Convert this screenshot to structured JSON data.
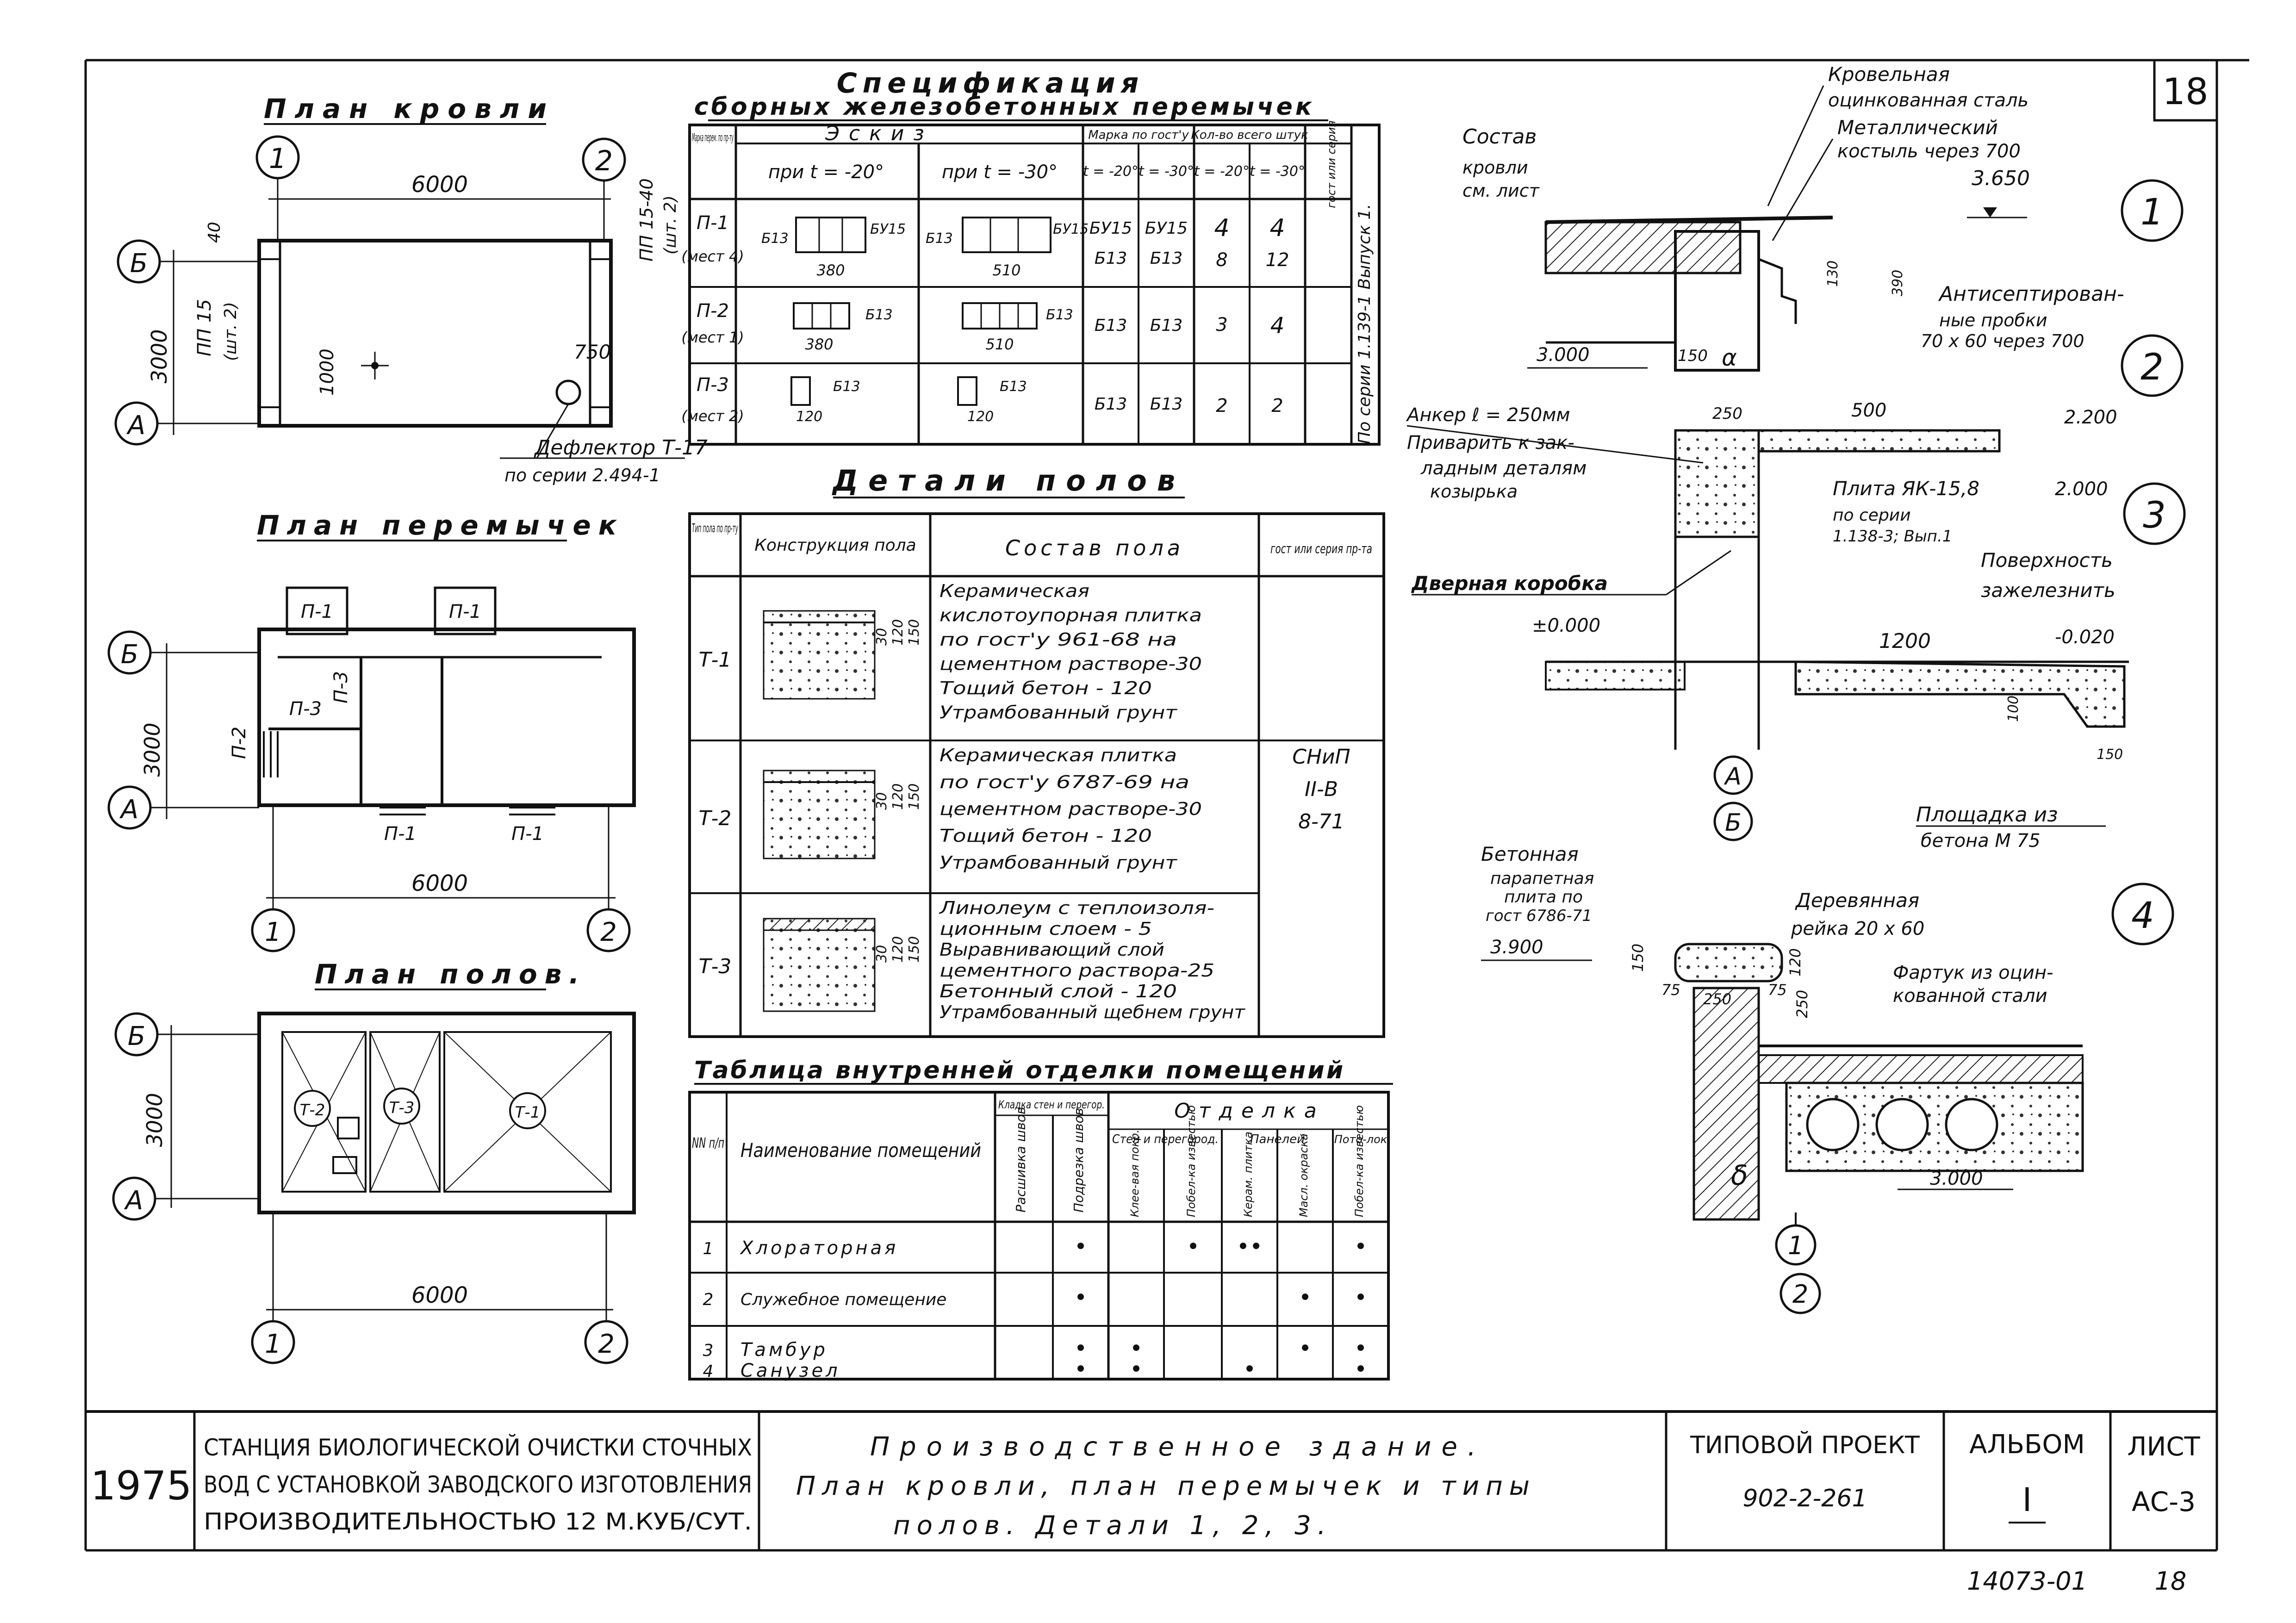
{
  "sheet_no_top": "18",
  "titles": {
    "roof_plan": "План кровли",
    "lintel_plan": "План перемычек",
    "floor_plan": "План полов.",
    "spec_1": "Спецификация",
    "spec_2": "сборных железобетонных перемычек",
    "floors": "Детали полов",
    "finish": "Таблица внутренней отделки помещений"
  },
  "roof_plan": {
    "axis_1": "1",
    "axis_2": "2",
    "axis_A": "А",
    "axis_B": "Б",
    "dim_6000": "6000",
    "dim_3000": "3000",
    "dim_1000": "1000",
    "dim_750": "750",
    "pp15_left": "ПП 15",
    "pp15_left_note": "(шт. 2)",
    "dim_40_left": "40",
    "pp15_right": "ПП 15-40",
    "pp15_right_note": "(шт. 2)",
    "deflector_1": "Дефлектор Т-17",
    "deflector_2": "по серии 2.494-1"
  },
  "lintel_plan": {
    "axis_1": "1",
    "axis_2": "2",
    "axis_A": "А",
    "axis_B": "Б",
    "p1": "П-1",
    "p2": "П-2",
    "p3": "П-3",
    "dim_6000": "6000",
    "dim_3000": "3000"
  },
  "floor_plan": {
    "axis_1": "1",
    "axis_2": "2",
    "axis_A": "А",
    "axis_B": "Б",
    "t1": "Т-1",
    "t2": "Т-2",
    "t3": "Т-3",
    "dim_6000": "6000",
    "dim_3000": "3000"
  },
  "spec_table": {
    "h_mark": "Марка перем. по пр-ту",
    "h_sketch": "Эскиз",
    "h_t20": "при t = -20°",
    "h_t30": "при t = -30°",
    "h_mark_gost": "Марка по гост'у",
    "h_qty": "Кол-во всего штук",
    "h_t20s": "t = -20°",
    "h_t30s": "t = -30°",
    "h_series": "гост или серия",
    "series_value": "По серии 1.139-1 Выпуск 1.",
    "rows": [
      {
        "mark": "П-1",
        "place": "(мест 4)",
        "s20a": "Б13",
        "s20b": "БУ15",
        "s20d": "380",
        "s30a": "Б13",
        "s30b": "БУ15",
        "s30d": "510",
        "m20a": "БУ15",
        "m20b": "Б13",
        "m30a": "БУ15",
        "m30b": "Б13",
        "q20a": "4",
        "q20b": "8",
        "q30a": "4",
        "q30b": "12"
      },
      {
        "mark": "П-2",
        "place": "(мест 1)",
        "s20b": "Б13",
        "s20d": "380",
        "s30b": "Б13",
        "s30d": "510",
        "m20a": "Б13",
        "m30a": "Б13",
        "q20a": "3",
        "q30a": "4"
      },
      {
        "mark": "П-3",
        "place": "(мест 2)",
        "s20b": "Б13",
        "s20d": "120",
        "s30b": "Б13",
        "s30d": "120",
        "m20a": "Б13",
        "m30a": "Б13",
        "q20a": "2",
        "q30a": "2"
      }
    ]
  },
  "floor_table": {
    "h_type": "Тип пола по пр-ту",
    "h_constr": "Конструкция пола",
    "h_comp": "Состав пола",
    "h_gost": "гост или серия пр-та",
    "snip": [
      "СНиП",
      "II-В",
      "8-71"
    ],
    "rows": [
      {
        "type": "Т-1",
        "d1": "30",
        "d2": "120",
        "d3": "150",
        "lines": [
          "Керамическая",
          "кислотоупорная плитка",
          "по гост'у 961-68 на",
          "цементном растворе-30",
          "Тощий бетон - 120",
          "Утрамбованный грунт"
        ]
      },
      {
        "type": "Т-2",
        "d1": "30",
        "d2": "120",
        "d3": "150",
        "lines": [
          "Керамическая плитка",
          "по гост'у 6787-69 на",
          "цементном растворе-30",
          "Тощий бетон - 120",
          "Утрамбованный грунт"
        ]
      },
      {
        "type": "Т-3",
        "d1": "30",
        "d2": "120",
        "d3": "150",
        "lines": [
          "Линолеум с теплоизоля-",
          "ционным слоем - 5",
          "Выравнивающий слой",
          "цементного раствора-25",
          "Бетонный слой - 120",
          "Утрамбованный щебнем грунт"
        ]
      }
    ]
  },
  "finish_table": {
    "h_nn": "NN п/п",
    "h_name": "Наименование помещений",
    "h_masonry": "Кладка стен и перегор.",
    "h_joint1": "Расшивка швов",
    "h_joint2": "Подрезка швов",
    "h_finish": "Отделка",
    "h_walls": "Стен и перегород.",
    "h_panels": "Панелей",
    "h_ceil": "Пото-лок",
    "h_c1": "Клее-вая покр.",
    "h_c2": "Побел-ка известью",
    "h_c3": "Керам. плитка",
    "h_c4": "Масл. окраска",
    "h_c5": "Побел-ка известью",
    "rows": [
      {
        "n": "1",
        "name": "Хлораторная",
        "marks": [
          "",
          "•",
          "",
          "•",
          "••",
          "",
          "•"
        ]
      },
      {
        "n": "2",
        "name": "Служебное помещение",
        "marks": [
          "",
          "•",
          "",
          "",
          "",
          "•",
          "•"
        ]
      },
      {
        "n": "3",
        "name": "Тамбур",
        "marks": [
          "",
          "•",
          "•",
          "",
          "",
          "•",
          "•"
        ]
      },
      {
        "n": "4",
        "name": "Санузел",
        "marks": [
          "",
          "•",
          "•",
          "",
          "•",
          "",
          "•"
        ]
      }
    ]
  },
  "details": {
    "roofing_steel_1": "Кровельная",
    "roofing_steel_2": "оцинкованная сталь",
    "metal_crutch_1": "Металлический",
    "metal_crutch_2": "костыль через 700",
    "comp_1": "Состав",
    "comp_2": "кровли",
    "comp_3": "см. лист",
    "el_3650": "3.650",
    "el_3000": "3.000",
    "antiseptic_1": "Антисептирован-",
    "antiseptic_2": "ные пробки",
    "antiseptic_3": "70 х 60 через 700",
    "dim_130": "130",
    "dim_390": "390",
    "dim_150": "150",
    "dim_250": "250",
    "dim_500": "500",
    "dim_1200": "1200",
    "dim_100": "100",
    "dim_150b": "150",
    "alpha": "α",
    "anchor": "Анкер ℓ = 250мм",
    "weld_1": "Приварить к зак-",
    "weld_2": "ладным деталям",
    "weld_3": "козырька",
    "el_2200": "2.200",
    "el_2000": "2.000",
    "slab_1": "Плита ЯК-15,8",
    "slab_2": "по серии",
    "slab_3": "1.138-3; Вып.1",
    "door_frame": "Дверная коробка",
    "surface_1": "Поверхность",
    "surface_2": "зажелезнить",
    "el_0": "±0.000",
    "el_m020": "-0.020",
    "platform_1": "Площадка из",
    "platform_2": "бетона М 75",
    "axis_A": "А",
    "axis_B": "Б",
    "callout_1": "1",
    "callout_2": "2",
    "callout_3": "3",
    "callout_4": "4",
    "parapet_1": "Бетонная",
    "parapet_2": "парапетная",
    "parapet_3": "плита по",
    "parapet_4": "гост 6786-71",
    "el_3900": "3.900",
    "wood_1": "Деревянная",
    "wood_2": "рейка 20 х 60",
    "apron_1": "Фартук из оцин-",
    "apron_2": "кованной стали",
    "dim_75a": "75",
    "dim_250b": "250",
    "dim_75b": "75",
    "dim_150c": "150",
    "dim_120": "120",
    "dim_250c": "250",
    "delta": "δ",
    "el_3000b": "3.000",
    "axis_1": "1",
    "axis_2": "2"
  },
  "title_block": {
    "year": "1975",
    "station_1": "СТАНЦИЯ БИОЛОГИЧЕСКОЙ ОЧИСТКИ СТОЧНЫХ",
    "station_2": "ВОД С УСТАНОВКОЙ ЗАВОДСКОГО ИЗГОТОВЛЕНИЯ",
    "station_3": "ПРОИЗВОДИТЕЛЬНОСТЬЮ 12 М.КУБ/СУТ.",
    "desc_1": "Производственное здание.",
    "desc_2": "План кровли, план перемычек и типы",
    "desc_3": "полов. Детали 1, 2, 3.",
    "project_label": "ТИПОВОЙ ПРОЕКТ",
    "project_no": "902-2-261",
    "album_label": "АЛЬБОМ",
    "album_no": "I",
    "sheet_label": "ЛИСТ",
    "sheet_code": "АС-3",
    "bottom_code": "14073-01",
    "bottom_sheet": "18"
  }
}
